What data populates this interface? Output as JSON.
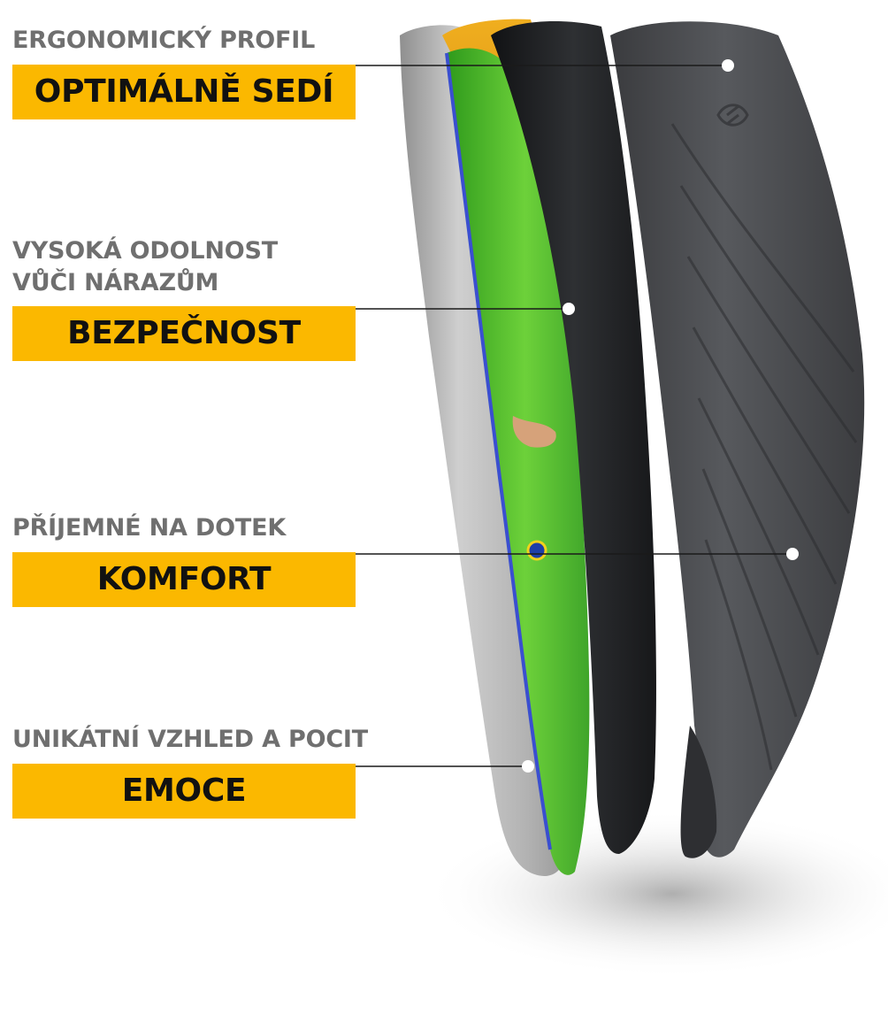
{
  "features": [
    {
      "caption": "ERGONOMICKÝ PROFIL",
      "title": "OPTIMÁLNĚ SEDÍ"
    },
    {
      "caption_lines": [
        "VYSOKÁ ODOLNOST",
        "VŮČI NÁRAZŮM"
      ],
      "title": "BEZPEČNOST"
    },
    {
      "caption": "PŘÍJEMNÉ NA DOTEK",
      "title": "KOMFORT"
    },
    {
      "caption": "UNIKÁTNÍ VZHLED A POCIT",
      "title": "EMOCE"
    }
  ],
  "colors": {
    "banner": "#fbb800",
    "caption_text": "#6f6f6f",
    "title_text": "#111111",
    "leader_line": "#1a1a1a",
    "shell_light": "#b9b9b9",
    "shell_dark": "#2a2b2d",
    "insert_green": "#5fc02e",
    "insert_orange": "#e59a10"
  }
}
